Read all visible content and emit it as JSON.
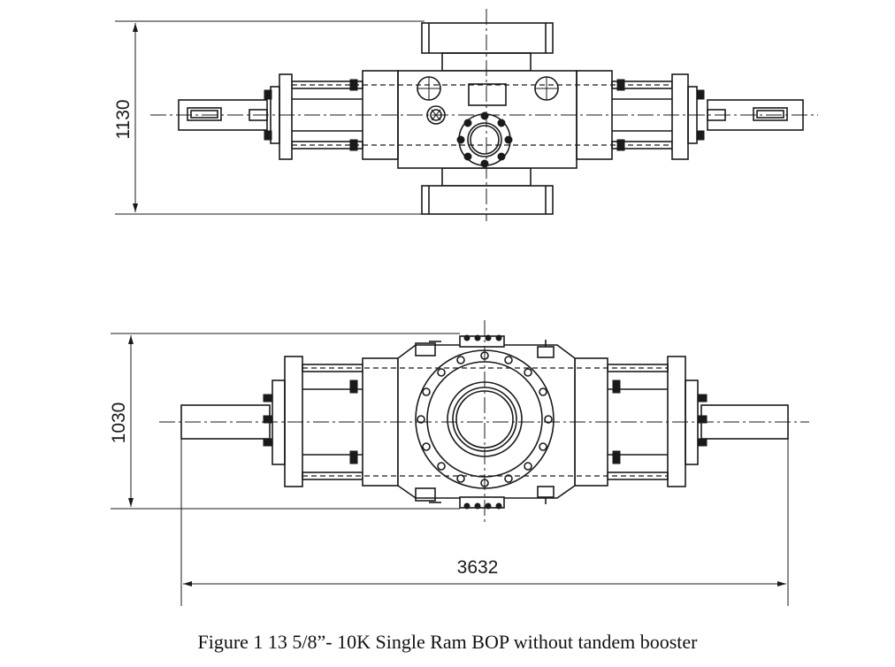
{
  "figure": {
    "caption": "Figure  1  13  5/8”- 10K Single Ram BOP without tandem booster"
  },
  "top_view": {
    "height_dimension": "1130"
  },
  "front_view": {
    "height_dimension": "1030",
    "width_dimension": "3632"
  }
}
